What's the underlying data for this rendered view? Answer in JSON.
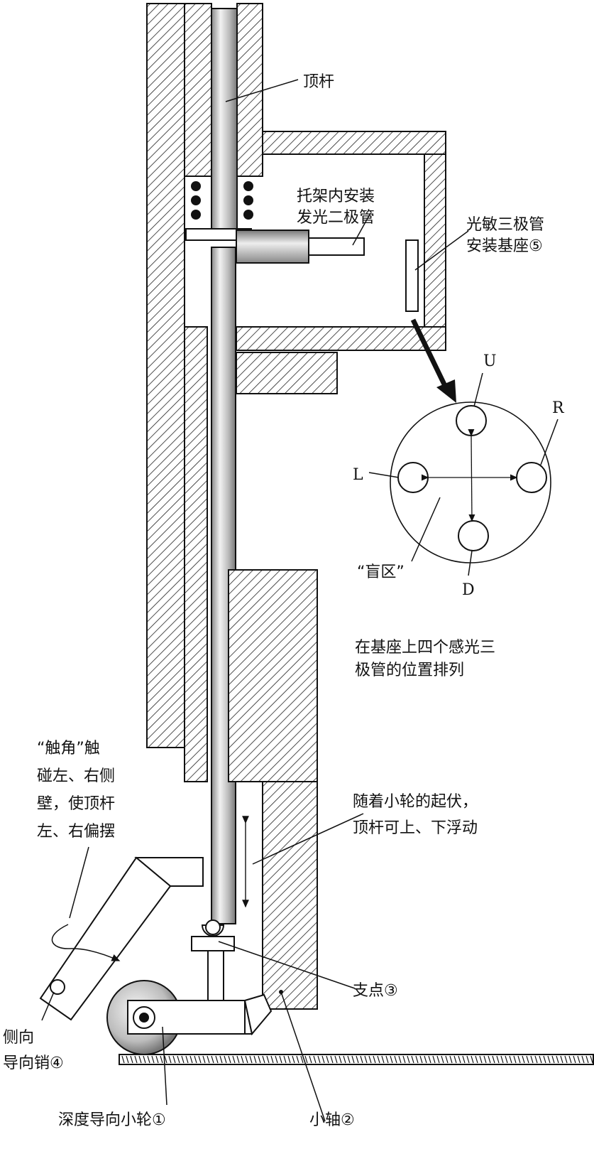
{
  "labels": {
    "push_rod": "顶杆",
    "bracket_led_1": "托架内安装",
    "bracket_led_2": "发光二极管",
    "photo_base_1": "光敏三极管",
    "photo_base_2": "安装基座⑤",
    "u": "U",
    "r": "R",
    "l": "L",
    "d": "D",
    "blind_zone": "“盲区”",
    "arrangement_1": "在基座上四个感光三",
    "arrangement_2": "极管的位置排列",
    "feeler_1": "“触角”触",
    "feeler_2": "碰左、右侧",
    "feeler_3": "壁，使顶杆",
    "feeler_4": "左、右偏摆",
    "float_1": "随着小轮的起伏，",
    "float_2": "顶杆可上、下浮动",
    "fulcrum": "支点③",
    "side_pin_1": "侧向",
    "side_pin_2": "导向销④",
    "depth_wheel": "深度导向小轮①",
    "small_shaft": "小轴②"
  }
}
